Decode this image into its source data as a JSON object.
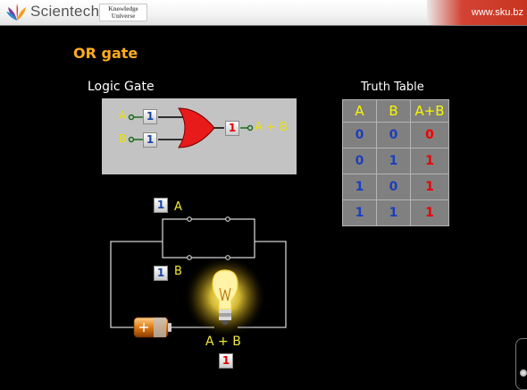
{
  "header": {
    "brand": "Scientech",
    "tag_line1": "Knowledge",
    "tag_line2": "Universe",
    "url": "www.sku.bz"
  },
  "title": "OR gate",
  "logic_gate": {
    "label": "Logic Gate",
    "input_a_name": "A",
    "input_a_value": "1",
    "input_b_name": "B",
    "input_b_value": "1",
    "output_value": "1",
    "output_expr": "A + B"
  },
  "truth_table": {
    "label": "Truth Table",
    "headers": [
      "A",
      "B",
      "A+B"
    ],
    "rows": [
      [
        "0",
        "0",
        "0"
      ],
      [
        "0",
        "1",
        "1"
      ],
      [
        "1",
        "0",
        "1"
      ],
      [
        "1",
        "1",
        "1"
      ]
    ]
  },
  "circuit": {
    "switch_a_value": "1",
    "switch_a_label": "A",
    "switch_b_value": "1",
    "switch_b_label": "B",
    "bulb_expr": "A + B",
    "bulb_value": "1",
    "bulb_on": true
  },
  "colors": {
    "title": "#ffad1d",
    "gate_fill": "#e81a1a",
    "bit_zero_one": "#1a44a8",
    "output_bit": "#e10000",
    "table_header": "#f7f700"
  }
}
